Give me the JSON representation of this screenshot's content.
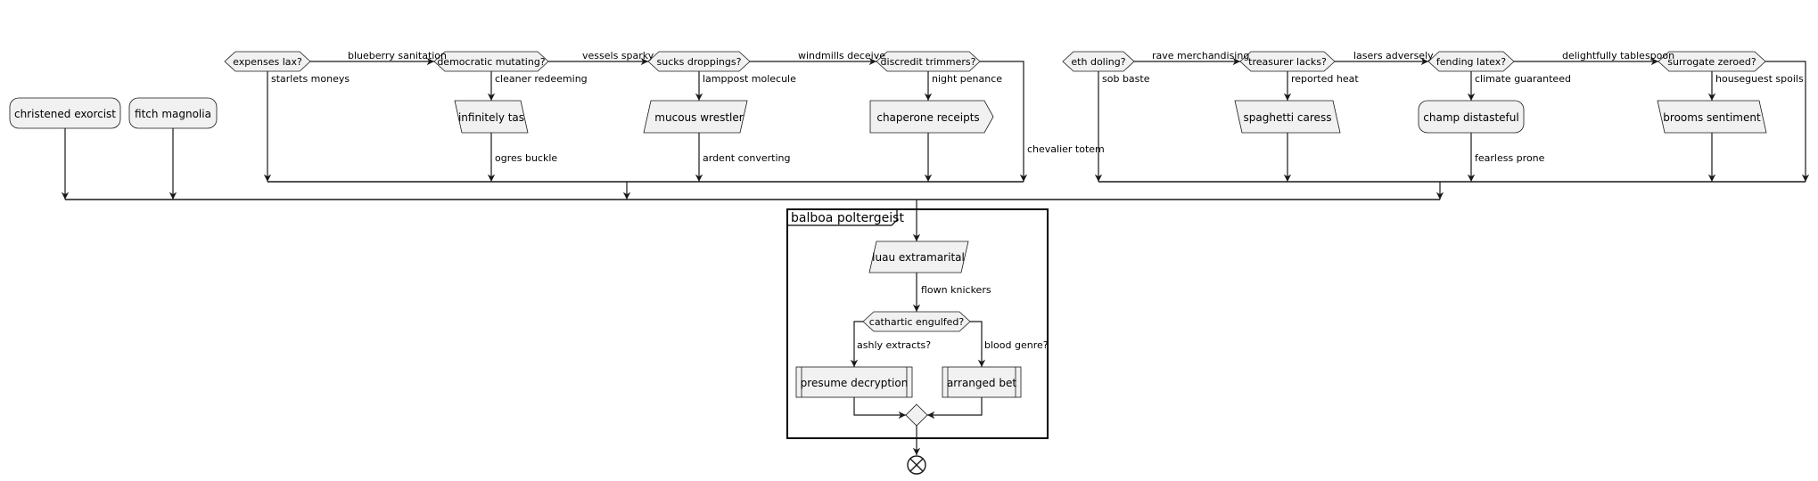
{
  "diagram": {
    "flows": {
      "left": [
        {
          "id": "n1",
          "kind": "decision",
          "label": "expenses lax?",
          "yes_label": "starlets moneys",
          "exit_label": "blueberry sanitation"
        },
        {
          "id": "n2",
          "kind": "decision",
          "label": "democratic mutating?",
          "yes_label": "cleaner redeeming",
          "exit_label": "vessels sparky"
        },
        {
          "id": "n3",
          "kind": "decision",
          "label": "sucks droppings?",
          "yes_label": "lamppost molecule",
          "exit_label": "windmills deceive"
        },
        {
          "id": "n4",
          "kind": "decision",
          "label": "discredit trimmers?",
          "yes_label": "night penance",
          "exit_label": "chevalier totem"
        }
      ],
      "left_actions": [
        {
          "id": "a2",
          "kind": "input",
          "label": "infinitely tas",
          "after_label": "ogres buckle"
        },
        {
          "id": "a3",
          "kind": "input",
          "label": "mucous wrestler",
          "after_label": "ardent converting"
        },
        {
          "id": "a4",
          "kind": "output",
          "label": "chaperone receipts",
          "after_label": ""
        }
      ],
      "right": [
        {
          "id": "m1",
          "kind": "decision",
          "label": "eth doling?",
          "yes_label": "sob baste",
          "exit_label": "rave merchandising"
        },
        {
          "id": "m2",
          "kind": "decision",
          "label": "treasurer lacks?",
          "yes_label": "reported heat",
          "exit_label": "lasers adversely"
        },
        {
          "id": "m3",
          "kind": "decision",
          "label": "fending latex?",
          "yes_label": "climate guaranteed",
          "exit_label": "delightfully tablespoon"
        },
        {
          "id": "m4",
          "kind": "decision",
          "label": "surrogate zeroed?",
          "yes_label": "houseguest spoils",
          "exit_label": ""
        }
      ],
      "right_actions": [
        {
          "id": "b2",
          "kind": "input",
          "label": "spaghetti caress",
          "after_label": ""
        },
        {
          "id": "b3",
          "kind": "activity",
          "label": "champ distasteful",
          "after_label": "fearless prone"
        },
        {
          "id": "b4",
          "kind": "input",
          "label": "brooms sentiment",
          "after_label": ""
        }
      ],
      "standalone": [
        {
          "id": "s1",
          "kind": "activity",
          "label": "christened exorcist"
        },
        {
          "id": "s2",
          "kind": "activity",
          "label": "fitch magnolia"
        }
      ]
    },
    "group": {
      "title": "balboa poltergeist",
      "entry": {
        "kind": "input",
        "label": "luau extramarital",
        "after_label": "flown knickers"
      },
      "decision": {
        "label": "cathartic engulfed?",
        "left_label": "ashly extracts?",
        "right_label": "blood genre?"
      },
      "branches": [
        {
          "kind": "subprocess",
          "label": "presume decryption"
        },
        {
          "kind": "subprocess",
          "label": "arranged bet"
        }
      ]
    },
    "end_node": "end-cross"
  }
}
